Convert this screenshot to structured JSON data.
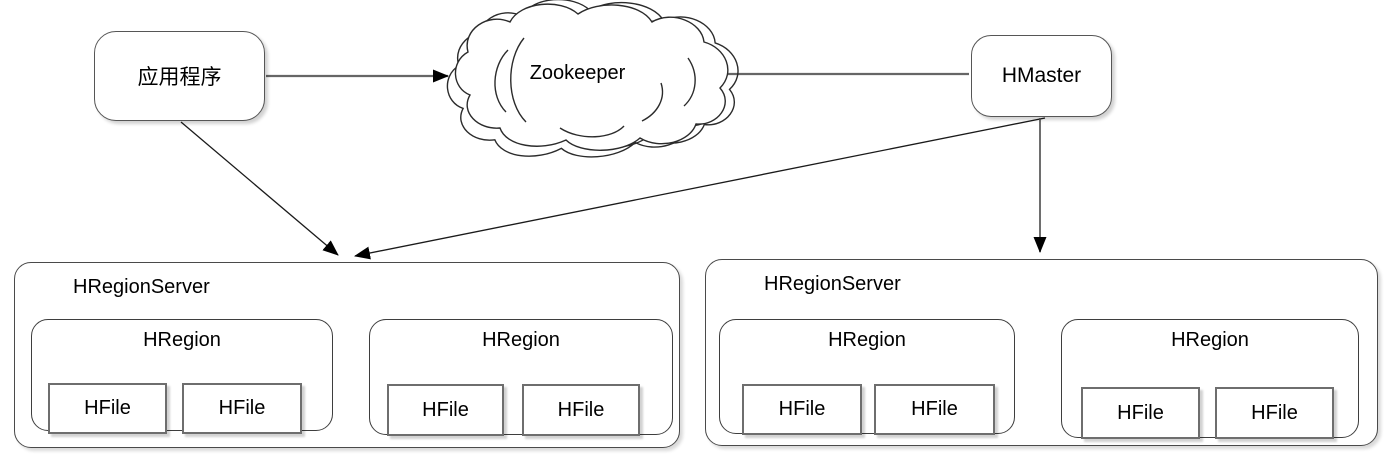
{
  "nodes": {
    "application": "应用程序",
    "zookeeper": "Zookeeper",
    "hmaster": "HMaster"
  },
  "servers": [
    {
      "label": "HRegionServer",
      "regions": [
        {
          "label": "HRegion",
          "files": [
            "HFile",
            "HFile"
          ]
        },
        {
          "label": "HRegion",
          "files": [
            "HFile",
            "HFile"
          ]
        }
      ]
    },
    {
      "label": "HRegionServer",
      "regions": [
        {
          "label": "HRegion",
          "files": [
            "HFile",
            "HFile"
          ]
        },
        {
          "label": "HRegion",
          "files": [
            "HFile",
            "HFile"
          ]
        }
      ]
    }
  ],
  "edges": [
    {
      "from": "application",
      "to": "zookeeper",
      "arrow": "to"
    },
    {
      "from": "hmaster",
      "to": "zookeeper",
      "arrow": "to"
    },
    {
      "from": "application",
      "to": "hregionserver-1",
      "arrow": "to"
    },
    {
      "from": "hmaster",
      "to": "hregionserver-1",
      "arrow": "to"
    },
    {
      "from": "hmaster",
      "to": "hregionserver-2",
      "arrow": "to"
    }
  ],
  "colors": {
    "background": "#ffffff",
    "box_border": "#4a4a4a",
    "line": "#1a1a1a",
    "connector_gray": "#666666"
  }
}
